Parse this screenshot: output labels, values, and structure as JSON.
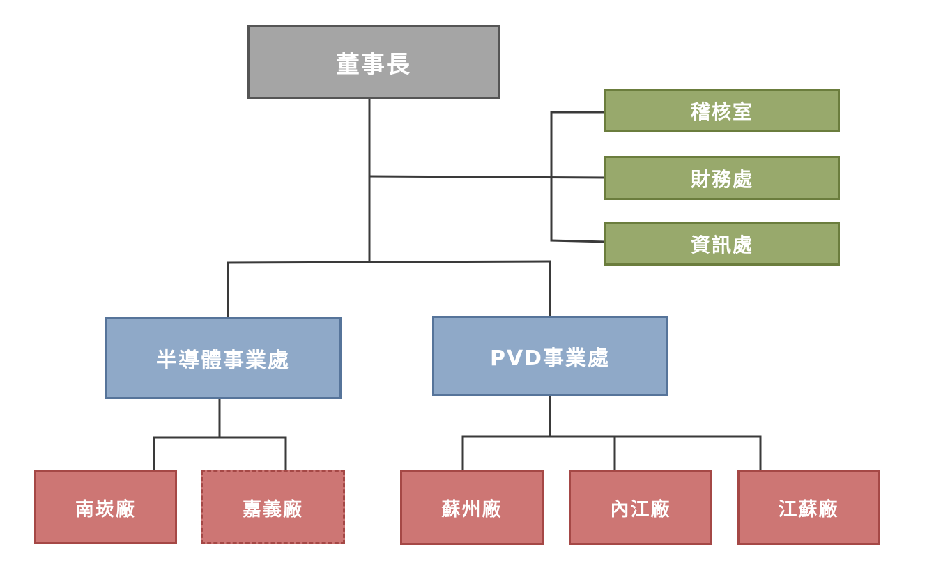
{
  "chart": {
    "root": {
      "id": "chairman",
      "label": "董事長",
      "color": "#a5a5a5"
    },
    "staff_units": [
      {
        "id": "audit-office",
        "label": "稽核室",
        "color": "#98a96c"
      },
      {
        "id": "finance-division",
        "label": "財務處",
        "color": "#98a96c"
      },
      {
        "id": "it-division",
        "label": "資訊處",
        "color": "#98a96c"
      }
    ],
    "business_units": [
      {
        "id": "semiconductor-bu",
        "label": "半導體事業處",
        "color": "#8fa9c8",
        "plants": [
          {
            "id": "nankan-plant",
            "label": "南崁廠",
            "status": "existing"
          },
          {
            "id": "chiayi-plant",
            "label": "嘉義廠",
            "status": "planned"
          }
        ]
      },
      {
        "id": "pvd-bu",
        "label": "PVD事業處",
        "color": "#8fa9c8",
        "plants": [
          {
            "id": "suzhou-plant",
            "label": "蘇州廠",
            "status": "existing"
          },
          {
            "id": "neijiang-plant",
            "label": "內江廠",
            "status": "existing"
          },
          {
            "id": "jiangsu-plant",
            "label": "江蘇廠",
            "status": "existing"
          }
        ]
      }
    ],
    "plant_color": "#cd7674",
    "line_color": "#3a3a3a"
  }
}
